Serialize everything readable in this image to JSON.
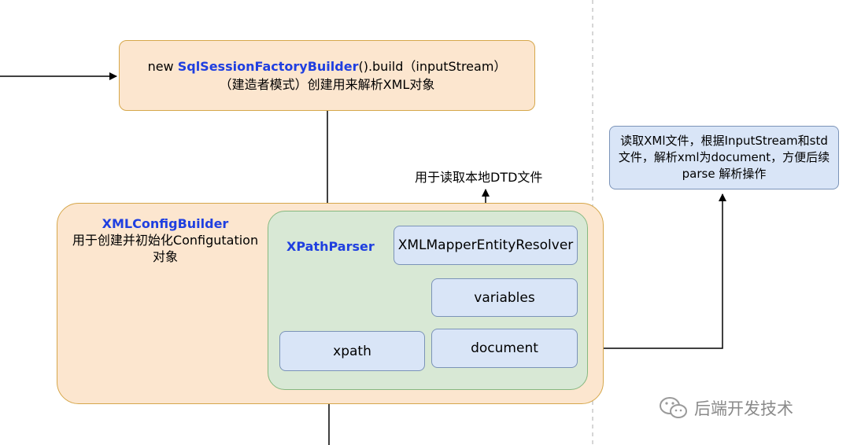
{
  "factory": {
    "prefix": "new ",
    "class_name": "SqlSessionFactoryBuilder",
    "suffix": "().build（inputStream）",
    "line2": "（建造者模式）创建用来解析XML对象"
  },
  "config_builder": {
    "title": "XMLConfigBuilder",
    "desc_line1": "用于创建并初始化Configutation",
    "desc_line2": "对象"
  },
  "xpath_parser": {
    "title": "XPathParser"
  },
  "nodes": {
    "entity_resolver": "XMLMapperEntityResolver",
    "variables": "variables",
    "xpath": "xpath",
    "document": "document"
  },
  "annotations": {
    "dtd": "用于读取本地DTD文件",
    "note": "读取XMl文件，根据InputStream和std文件，解析xml为document，方便后续 parse 解析操作"
  },
  "watermark": {
    "text": "后端开发技术"
  },
  "colors": {
    "highlight": "#1f3fe0",
    "orange_fill": "#fce6cf",
    "orange_stroke": "#d6a74b",
    "green_fill": "#d8e8d5",
    "green_stroke": "#86b880",
    "blue_fill": "#d9e5f7",
    "blue_stroke": "#7b93b8"
  }
}
